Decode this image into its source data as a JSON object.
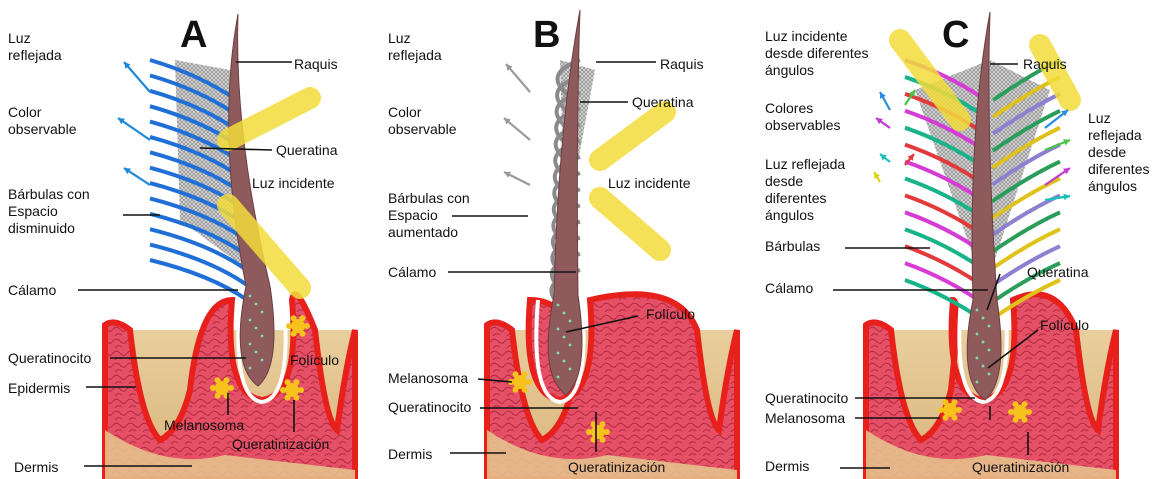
{
  "panels": [
    {
      "title": "A",
      "labels": {
        "reflected": "Luz\nreflejada",
        "color": "Color\nobservable",
        "barbules": "Bárbulas con\nEspacio\ndisminuido",
        "calamus": "Cálamo",
        "keratinocyte": "Queratinocito",
        "epidermis": "Epidermis",
        "melanosome": "Melanosoma",
        "dermis": "Dermis",
        "rachis": "Raquis",
        "keratin": "Queratina",
        "incident": "Luz incidente",
        "follicle": "Folículo",
        "keratinization": "Queratinización"
      },
      "colors": {
        "barbs": "#1f6fd6",
        "arrows": "#1e88d8"
      }
    },
    {
      "title": "B",
      "labels": {
        "reflected": "Luz\nreflejada",
        "color": "Color\nobservable",
        "barbules": "Bárbulas con\nEspacio\naumentado",
        "calamus": "Cálamo",
        "melanosome": "Melanosoma",
        "keratinocyte": "Queratinocito",
        "dermis": "Dermis",
        "rachis": "Raquis",
        "keratin": "Queratina",
        "incident": "Luz incidente",
        "follicle": "Folículo",
        "keratinization": "Queratinización"
      },
      "colors": {
        "barbs": "#8a8a8a",
        "arrows": "#9a9a9a"
      }
    },
    {
      "title": "C",
      "labels": {
        "incident": "Luz incidente\ndesde diferentes\nángulos",
        "colors_obs": "Colores\nobservables",
        "reflected_multi": "Luz reflejada\ndesde\ndiferentes\nángulos",
        "barbules": "Bárbulas",
        "calamus": "Cálamo",
        "keratinocyte": "Queratinocito",
        "melanosome": "Melanosoma",
        "dermis": "Dermis",
        "rachis": "Raquis",
        "reflected_right": "Luz\nreflejada\ndesde\ndiferentes\nángulos",
        "keratin": "Queratina",
        "follicle": "Folículo",
        "keratinization": "Queratinización"
      },
      "colors": {
        "barbs": [
          "#d63bd6",
          "#19b38a",
          "#e23a3a",
          "#2a9d5a",
          "#e0c21c",
          "#8e7fd0"
        ],
        "arrows": [
          "#2a8ee0",
          "#49c44a",
          "#c23ad0",
          "#19c2b8",
          "#e23a3a",
          "#e0d21c"
        ]
      }
    }
  ],
  "palette": {
    "shaft": "#8e5a5c",
    "skin": "#e0455a",
    "skin_edge": "#f0a090",
    "dermis": "#e7cc9a",
    "pigment": "#f6c21b",
    "light": "#f3dc3a"
  }
}
